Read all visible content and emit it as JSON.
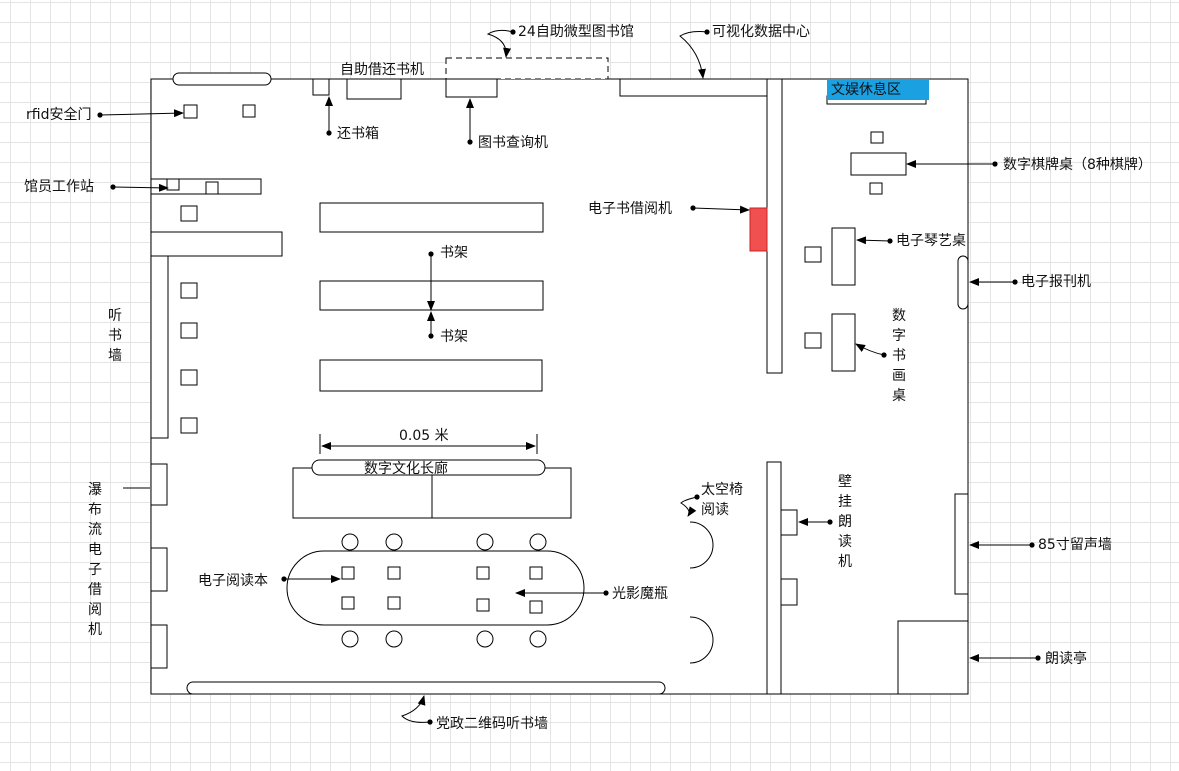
{
  "labels": {
    "rfid_gate": "rfid安全门",
    "librarian_station": "馆员工作站",
    "audio_wall": "听书墙",
    "waterfall_ebook": "瀑布流电子借阅机",
    "self_borrow_return": "自助借还书机",
    "return_box": "还书箱",
    "library_24h": "24自助微型图书馆",
    "catalog_query": "图书查询机",
    "data_center": "可视化数据中心",
    "leisure_area": "文娱休息区",
    "chess_table": "数字棋牌桌（8种棋牌）",
    "ebook_borrow": "电子书借阅机",
    "piano_table": "电子琴艺桌",
    "newspaper_reader": "电子报刊机",
    "painting_table": "数字书画桌",
    "bookshelf_1": "书架",
    "bookshelf_2": "书架",
    "scale": "0.05 米",
    "culture_corridor": "数字文化长廊",
    "space_chair": "太空椅阅读",
    "wall_reader": "壁挂朗读机",
    "message_wall": "85寸留声墙",
    "ereader": "电子阅读本",
    "light_bottle": "光影魔瓶",
    "reading_booth": "朗读亭",
    "party_qr_wall": "党政二维码听书墙"
  },
  "colors": {
    "leisure_fill": "#1ba1e2",
    "ebook_borrow_fill": "#f05050",
    "grid_line": "#e4e4e4"
  }
}
